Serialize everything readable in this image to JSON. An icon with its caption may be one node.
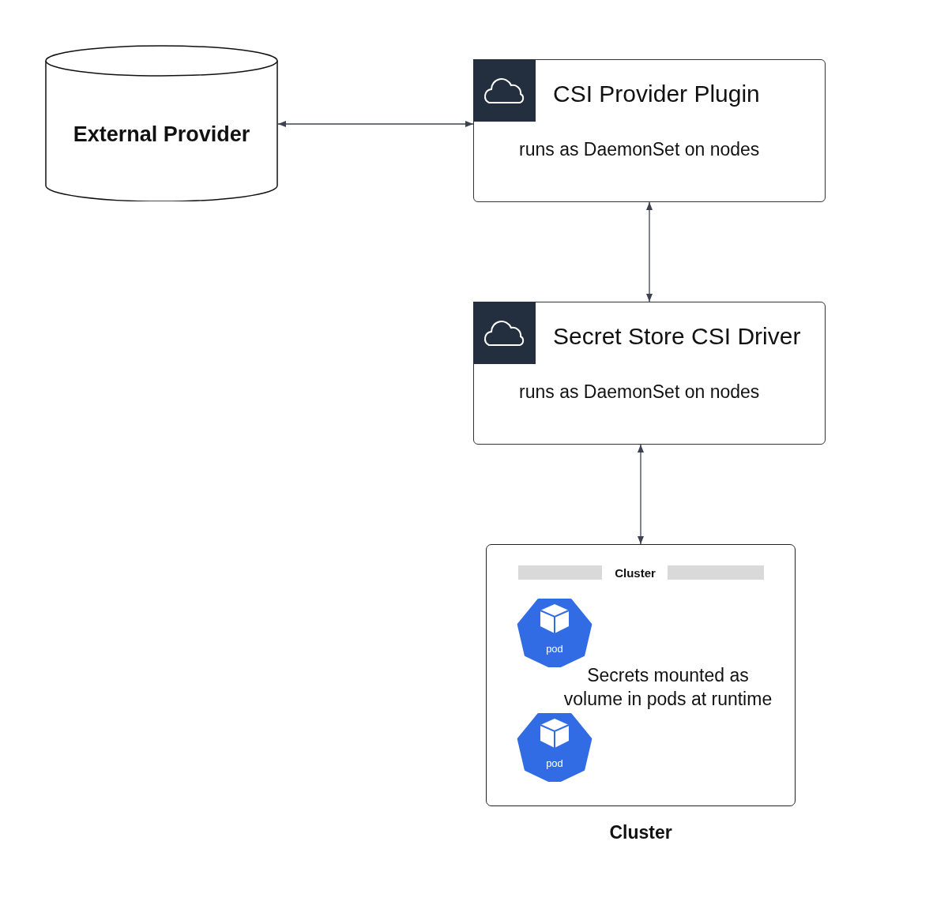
{
  "diagram": {
    "nodes": [
      {
        "text": [
          "External Provider"
        ]
      },
      {
        "text": [
          "CSI Provider Plugin",
          "runs as DaemonSet on nodes"
        ]
      },
      {
        "text": [
          "Secret Store CSI Driver",
          "runs as DaemonSet on nodes"
        ]
      },
      {
        "text": [
          "Cluster",
          "Secrets mounted as volume in pods at runtime"
        ],
        "beside": [
          "Cluster"
        ]
      },
      {
        "text": [
          "pod"
        ],
        "in": 3
      },
      {
        "text": [
          "pod"
        ],
        "in": 3
      }
    ],
    "edges": [
      {
        "from": 0,
        "to": 1,
        "arrow": "both"
      },
      {
        "from": 1,
        "to": 2,
        "arrow": "both"
      },
      {
        "from": 2,
        "to": 3,
        "arrow": "both"
      }
    ]
  }
}
